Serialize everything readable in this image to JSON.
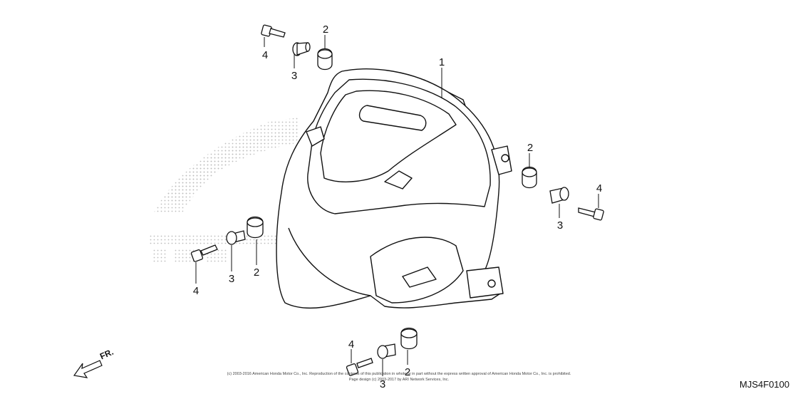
{
  "diagram": {
    "direction_label": "FR.",
    "part_code": "MJS4F0100",
    "copyright_line1": "(c) 2003-2016 American Honda Motor Co., Inc. Reproduction of the contents of this publication in whole or in part without the express written approval of American Honda Motor Co., Inc. is prohibited.",
    "copyright_line2": "Page design (c) 2003-2017 by ARI Network Services, Inc.",
    "callouts": [
      {
        "number": "1",
        "part": "headlight-assembly"
      },
      {
        "number": "2",
        "part": "grommet-top-left"
      },
      {
        "number": "3",
        "part": "collar-top-left"
      },
      {
        "number": "4",
        "part": "bolt-top-left"
      },
      {
        "number": "2",
        "part": "grommet-right"
      },
      {
        "number": "3",
        "part": "collar-right"
      },
      {
        "number": "4",
        "part": "bolt-right"
      },
      {
        "number": "2",
        "part": "grommet-left"
      },
      {
        "number": "3",
        "part": "collar-left"
      },
      {
        "number": "4",
        "part": "bolt-left"
      },
      {
        "number": "2",
        "part": "grommet-bottom"
      },
      {
        "number": "3",
        "part": "collar-bottom"
      },
      {
        "number": "4",
        "part": "bolt-bottom"
      }
    ]
  }
}
